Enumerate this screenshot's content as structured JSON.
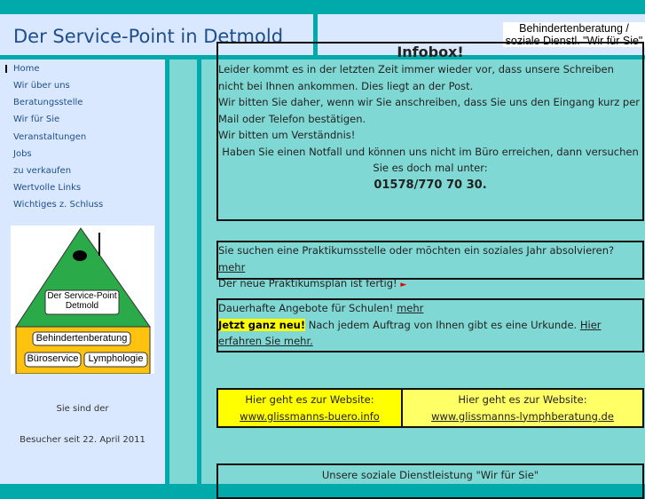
{
  "header": {
    "title": "Der Service-Point in Detmold",
    "tagline_line1": "Behindertenberatung /",
    "tagline_line2": "soziale Dienstl. \"Wir für Sie\""
  },
  "nav": {
    "items": [
      {
        "label": "Home"
      },
      {
        "label": "Wir über uns"
      },
      {
        "label": "Beratungsstelle"
      },
      {
        "label": "Wir für Sie"
      },
      {
        "label": "Veranstaltungen"
      },
      {
        "label": "Jobs"
      },
      {
        "label": "zu verkaufen"
      },
      {
        "label": "Wertvolle Links"
      },
      {
        "label": "Wichtiges z. Schluss"
      }
    ]
  },
  "logo": {
    "roof": "Der Service-Point",
    "roof2": "Detmold",
    "b1": "Behindertenberatung",
    "b2": "Büroservice",
    "b3": "Lymphologie",
    "colors": {
      "roof": "#2aaa48",
      "base": "#ffc20e"
    }
  },
  "counter": {
    "line1": "Sie sind der",
    "line2": "Besucher seit 22. April 2011"
  },
  "infobox": {
    "title": "Infobox!",
    "p1": "Leider kommt es in der letzten Zeit immer wieder vor, dass unsere Schreiben nicht bei Ihnen ankommen. Dies liegt an der Post.",
    "p2": "Wir bitten Sie daher, wenn wir Sie anschreiben, dass Sie uns den Eingang kurz per Mail oder Telefon bestätigen.",
    "p3": "Wir bitten um Verständnis!",
    "p4": "Haben Sie einen Notfall und können uns nicht im Büro erreichen, dann versuchen Sie es doch mal unter:",
    "phone": "01578/770 70 30."
  },
  "praktikum": {
    "text": "Sie suchen eine Praktikumsstelle oder möchten ein soziales Jahr absolvieren?",
    "link": "mehr",
    "text2": "Der neue Praktikumsplan ist fertig!",
    "arrow": "►"
  },
  "schulen": {
    "text": "Dauerhafte Angebote für Schulen!",
    "link": "mehr",
    "highlight": "Jetzt ganz neu!",
    "text2": "Nach jedem Auftrag von Ihnen gibt es eine Urkunde.",
    "link2": "Hier erfahren Sie mehr."
  },
  "websites": [
    {
      "label": "Hier geht es zur Website:",
      "link": "www.glissmanns-buero.info",
      "color": "#ffff00"
    },
    {
      "label": "Hier geht es zur Website:",
      "link": "www.glissmanns-lymphberatung.de",
      "color": "#ffff66"
    }
  ],
  "bottom": {
    "title": "Unsere soziale Dienstleistung \"Wir für Sie\""
  }
}
